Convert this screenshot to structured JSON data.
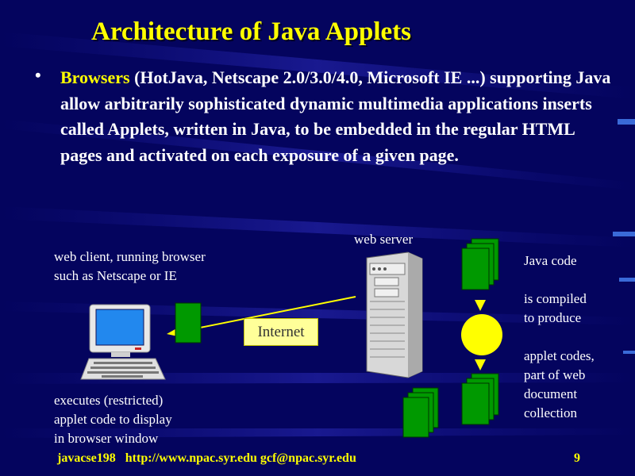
{
  "title": "Architecture of Java Applets",
  "bullet": {
    "lead": "Browsers",
    "text": " (HotJava, Netscape 2.0/3.0/4.0, Microsoft IE ...) supporting Java allow arbitrarily sophisticated dynamic multimedia applications inserts called Applets, written in Java, to be embedded in the regular HTML pages and activated on each exposure of a given page."
  },
  "diagram": {
    "web_server": "web server",
    "client_line1": "web client, running browser",
    "client_line2": "such as Netscape or IE",
    "internet": "Internet",
    "java_code": "Java code",
    "compiled_line1": "is compiled",
    "compiled_line2": "to produce",
    "applet_line1": "applet codes,",
    "applet_line2": "part of web",
    "applet_line3": "document",
    "applet_line4": "collection",
    "exec_line1": "executes (restricted)",
    "exec_line2": "applet code to display",
    "exec_line3": "in browser window"
  },
  "footer": {
    "left": "javacse198   http://www.npac.syr.edu gcf@npac.syr.edu",
    "page": "9"
  },
  "colors": {
    "background": "#04045e",
    "title": "#ffff00",
    "text": "#ffffff",
    "box_green": "#009900",
    "compile_circle": "#ffff00",
    "internet_box": "#ffff99"
  }
}
